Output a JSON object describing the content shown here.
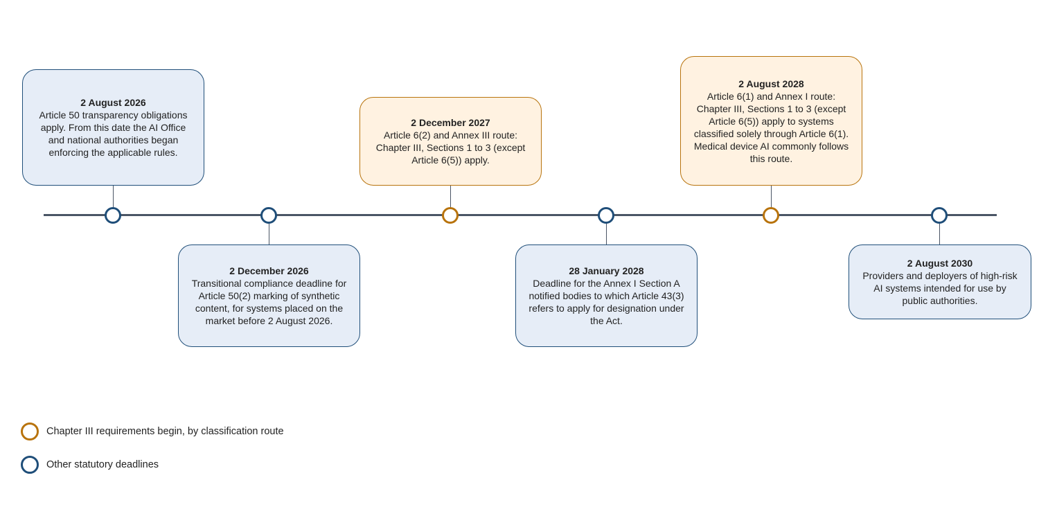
{
  "colors": {
    "chapter_iii": "#b8730c",
    "chapter_iii_fill": "#fff2e1",
    "other": "#1f4e79",
    "other_fill": "#e6edf7",
    "axis": "#4a5565"
  },
  "events": [
    {
      "date": "2 August 2026",
      "text": "Article 50 transparency obligations apply. From this date the AI Office and national authorities began enforcing the applicable rules.",
      "category": "other"
    },
    {
      "date": "2 December 2026",
      "text": "Transitional compliance deadline for Article 50(2) marking of synthetic content, for systems placed on the market before 2 August 2026.",
      "category": "other"
    },
    {
      "date": "2 December 2027",
      "text": "Article 6(2) and Annex III route: Chapter III, Sections 1 to 3 (except Article 6(5)) apply.",
      "category": "chapter_iii"
    },
    {
      "date": "28 January 2028",
      "text": "Deadline for the Annex I Section A notified bodies to which Article 43(3) refers to apply for designation under the Act.",
      "category": "other"
    },
    {
      "date": "2 August 2028",
      "text": "Article 6(1) and Annex I route: Chapter III, Sections 1 to 3 (except Article 6(5)) apply to systems classified solely through Article 6(1). Medical device AI commonly follows this route.",
      "category": "chapter_iii"
    },
    {
      "date": "2 August 2030",
      "text": "Providers and deployers of high-risk AI systems intended for use by public authorities.",
      "category": "other"
    }
  ],
  "legend": [
    {
      "label": "Chapter III requirements begin, by classification route",
      "category": "chapter_iii",
      "icon": "orange-ring"
    },
    {
      "label": "Other statutory deadlines",
      "category": "other",
      "icon": "blue-ring"
    }
  ]
}
